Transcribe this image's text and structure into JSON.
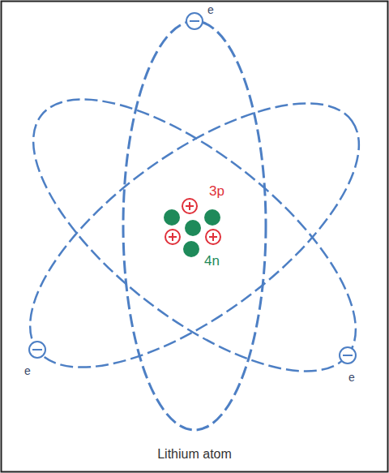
{
  "diagram": {
    "caption": "Lithium atom",
    "labels": [
      "e",
      "e",
      "e",
      "3p",
      "4n"
    ]
  }
}
